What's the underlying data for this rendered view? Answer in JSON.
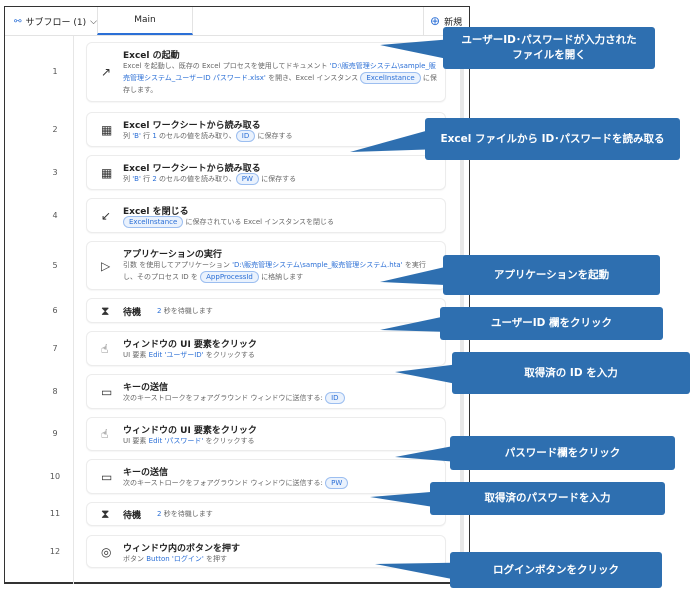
{
  "header": {
    "subflow_label": "サブフロー (1)",
    "tab_main": "Main",
    "new_label": "新規"
  },
  "steps": [
    {
      "num": "1",
      "title": "Excel の起動",
      "icon": "arrow-up-right-icon",
      "desc_a": "Excel を起動し、既存の Excel プロセスを使用してドキュメント ",
      "link": "'D:\\販売管理システム\\sample_販売管理システム_ユーザーID パスワード.xlsx'",
      "desc_b": " を開き、Excel インスタンス ",
      "pill": "ExcelInstance",
      "desc_c": " に保存します。"
    },
    {
      "num": "2",
      "title": "Excel ワークシートから読み取る",
      "icon": "excel-icon",
      "desc_a": "列 ",
      "col": "'B'",
      "row_label": " 行 ",
      "row": "1",
      "desc_b": " のセルの値を読み取り、",
      "pill": "ID",
      "desc_c": " に保存する"
    },
    {
      "num": "3",
      "title": "Excel ワークシートから読み取る",
      "icon": "excel-icon",
      "desc_a": "列 ",
      "col": "'B'",
      "row_label": " 行 ",
      "row": "2",
      "desc_b": " のセルの値を読み取り、",
      "pill": "PW",
      "desc_c": " に保存する"
    },
    {
      "num": "4",
      "title": "Excel を閉じる",
      "icon": "arrow-down-left-icon",
      "pill": "ExcelInstance",
      "desc_c": " に保存されている Excel インスタンスを閉じる"
    },
    {
      "num": "5",
      "title": "アプリケーションの実行",
      "icon": "play-icon",
      "desc_a": "引数  を使用してアプリケーション ",
      "link": "'D:\\販売管理システム\\sample_販売管理システム.hta'",
      "desc_b": " を実行し、そのプロセス ID を ",
      "pill": "AppProcessId",
      "desc_c": " に格納します"
    },
    {
      "num": "6",
      "title": "待機",
      "icon": "hourglass-icon",
      "val": "2",
      "desc_c": " 秒を待機します"
    },
    {
      "num": "7",
      "title": "ウィンドウの UI 要素をクリック",
      "icon": "click-icon",
      "desc_a": "UI 要素 ",
      "link": "Edit 'ユーザーID'",
      "desc_c": " をクリックする"
    },
    {
      "num": "8",
      "title": "キーの送信",
      "icon": "keyboard-icon",
      "desc_a": "次のキーストロークをフォアグラウンド ウィンドウに送信する: ",
      "pill": "ID"
    },
    {
      "num": "9",
      "title": "ウィンドウの UI 要素をクリック",
      "icon": "click-icon",
      "desc_a": "UI 要素 ",
      "link": "Edit 'パスワード'",
      "desc_c": " をクリックする"
    },
    {
      "num": "10",
      "title": "キーの送信",
      "icon": "keyboard-icon",
      "desc_a": "次のキーストロークをフォアグラウンド ウィンドウに送信する: ",
      "pill": "PW"
    },
    {
      "num": "11",
      "title": "待機",
      "icon": "hourglass-icon",
      "val": "2",
      "desc_c": " 秒を待機します"
    },
    {
      "num": "12",
      "title": "ウィンドウ内のボタンを押す",
      "icon": "button-icon",
      "desc_a": "ボタン ",
      "link": "Button 'ログイン'",
      "desc_c": " を押す"
    }
  ],
  "callouts": [
    "ユーザーID･パスワードが入力された\nファイルを開く",
    "Excel ファイルから ID･パスワードを読み取る",
    "アプリケーションを起動",
    "ユーザーID 欄をクリック",
    "取得済の ID を入力",
    "パスワード欄をクリック",
    "取得済のパスワードを入力",
    "ログインボタンをクリック"
  ],
  "colors": {
    "accent": "#2b6fd6",
    "callout": "#2e6fb0"
  }
}
